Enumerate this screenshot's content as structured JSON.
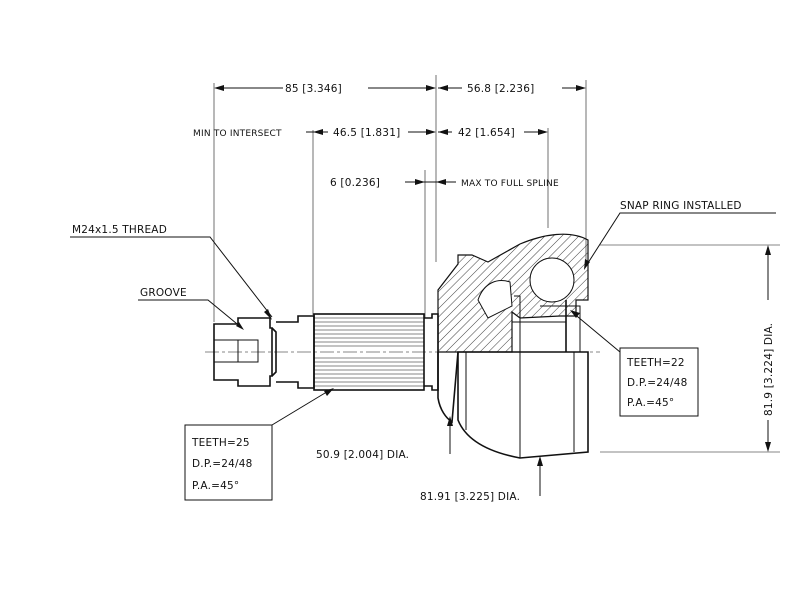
{
  "dimensions": {
    "overall_length": "85 [3.346]",
    "boot_length": "56.8 [2.236]",
    "min_to_intersect_label": "MIN TO INTERSECT",
    "min_to_intersect_value": "46.5 [1.831]",
    "spline_length": "42 [1.654]",
    "offset_value": "6 [0.236]",
    "max_to_full_spline_label": "MAX TO FULL SPLINE",
    "shaft_dia": "50.9 [2.004] DIA.",
    "housing_dia": "81.91 [3.225] DIA.",
    "outer_dia": "81.9 [3.224] DIA."
  },
  "callouts": {
    "thread": "M24x1.5 THREAD",
    "groove": "GROOVE",
    "snap_ring": "SNAP RING INSTALLED"
  },
  "outer_spline": {
    "teeth": "TEETH=25",
    "dp": "D.P.=24/48",
    "pa": "P.A.=45°"
  },
  "inner_spline": {
    "teeth": "TEETH=22",
    "dp": "D.P.=24/48",
    "pa": "P.A.=45°"
  }
}
